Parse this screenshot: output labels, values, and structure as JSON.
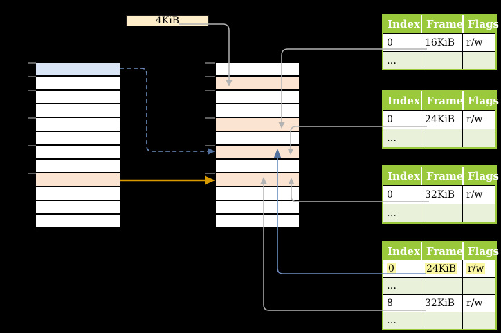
{
  "diagram": {
    "page_size_label": "4KiB",
    "page_tables": [
      {
        "headers": [
          "Index",
          "Frame",
          "Flags"
        ],
        "rows": [
          [
            "0",
            "16KiB",
            "r/w"
          ],
          [
            "…",
            "",
            ""
          ]
        ]
      },
      {
        "headers": [
          "Index",
          "Frame",
          "Flags"
        ],
        "rows": [
          [
            "0",
            "24KiB",
            "r/w"
          ],
          [
            "…",
            "",
            ""
          ]
        ]
      },
      {
        "headers": [
          "Index",
          "Frame",
          "Flags"
        ],
        "rows": [
          [
            "0",
            "32KiB",
            "r/w"
          ],
          [
            "…",
            "",
            ""
          ]
        ]
      },
      {
        "headers": [
          "Index",
          "Frame",
          "Flags"
        ],
        "rows": [
          [
            "0",
            "24KiB",
            "r/w"
          ],
          [
            "…",
            "",
            ""
          ],
          [
            "8",
            "32KiB",
            "r/w"
          ],
          [
            "…",
            "",
            ""
          ]
        ],
        "highlighted_row_index": 0
      }
    ],
    "memory_columns": {
      "left": {
        "rows": [
          "blue",
          "white",
          "white",
          "white",
          "white",
          "white",
          "white",
          "white",
          "orange",
          "white",
          "white",
          "white"
        ]
      },
      "middle": {
        "rows": [
          "white",
          "orange",
          "white",
          "white",
          "orange",
          "white",
          "orange",
          "white",
          "orange",
          "white",
          "white",
          "white"
        ]
      }
    },
    "colors": {
      "background": "#000000",
      "table_header_green": "#9aca3c",
      "table_row_light_green": "#e9f1da",
      "highlight_yellow": "#fbf6a2",
      "page_size_label_bg": "#ffeeca",
      "memory_blue": "#d9e5f5",
      "memory_orange": "#fbe5d2",
      "connector_grey": "#b3b3b3",
      "connector_blue": "#6c8ebf",
      "connector_orange": "#d79b00"
    }
  }
}
